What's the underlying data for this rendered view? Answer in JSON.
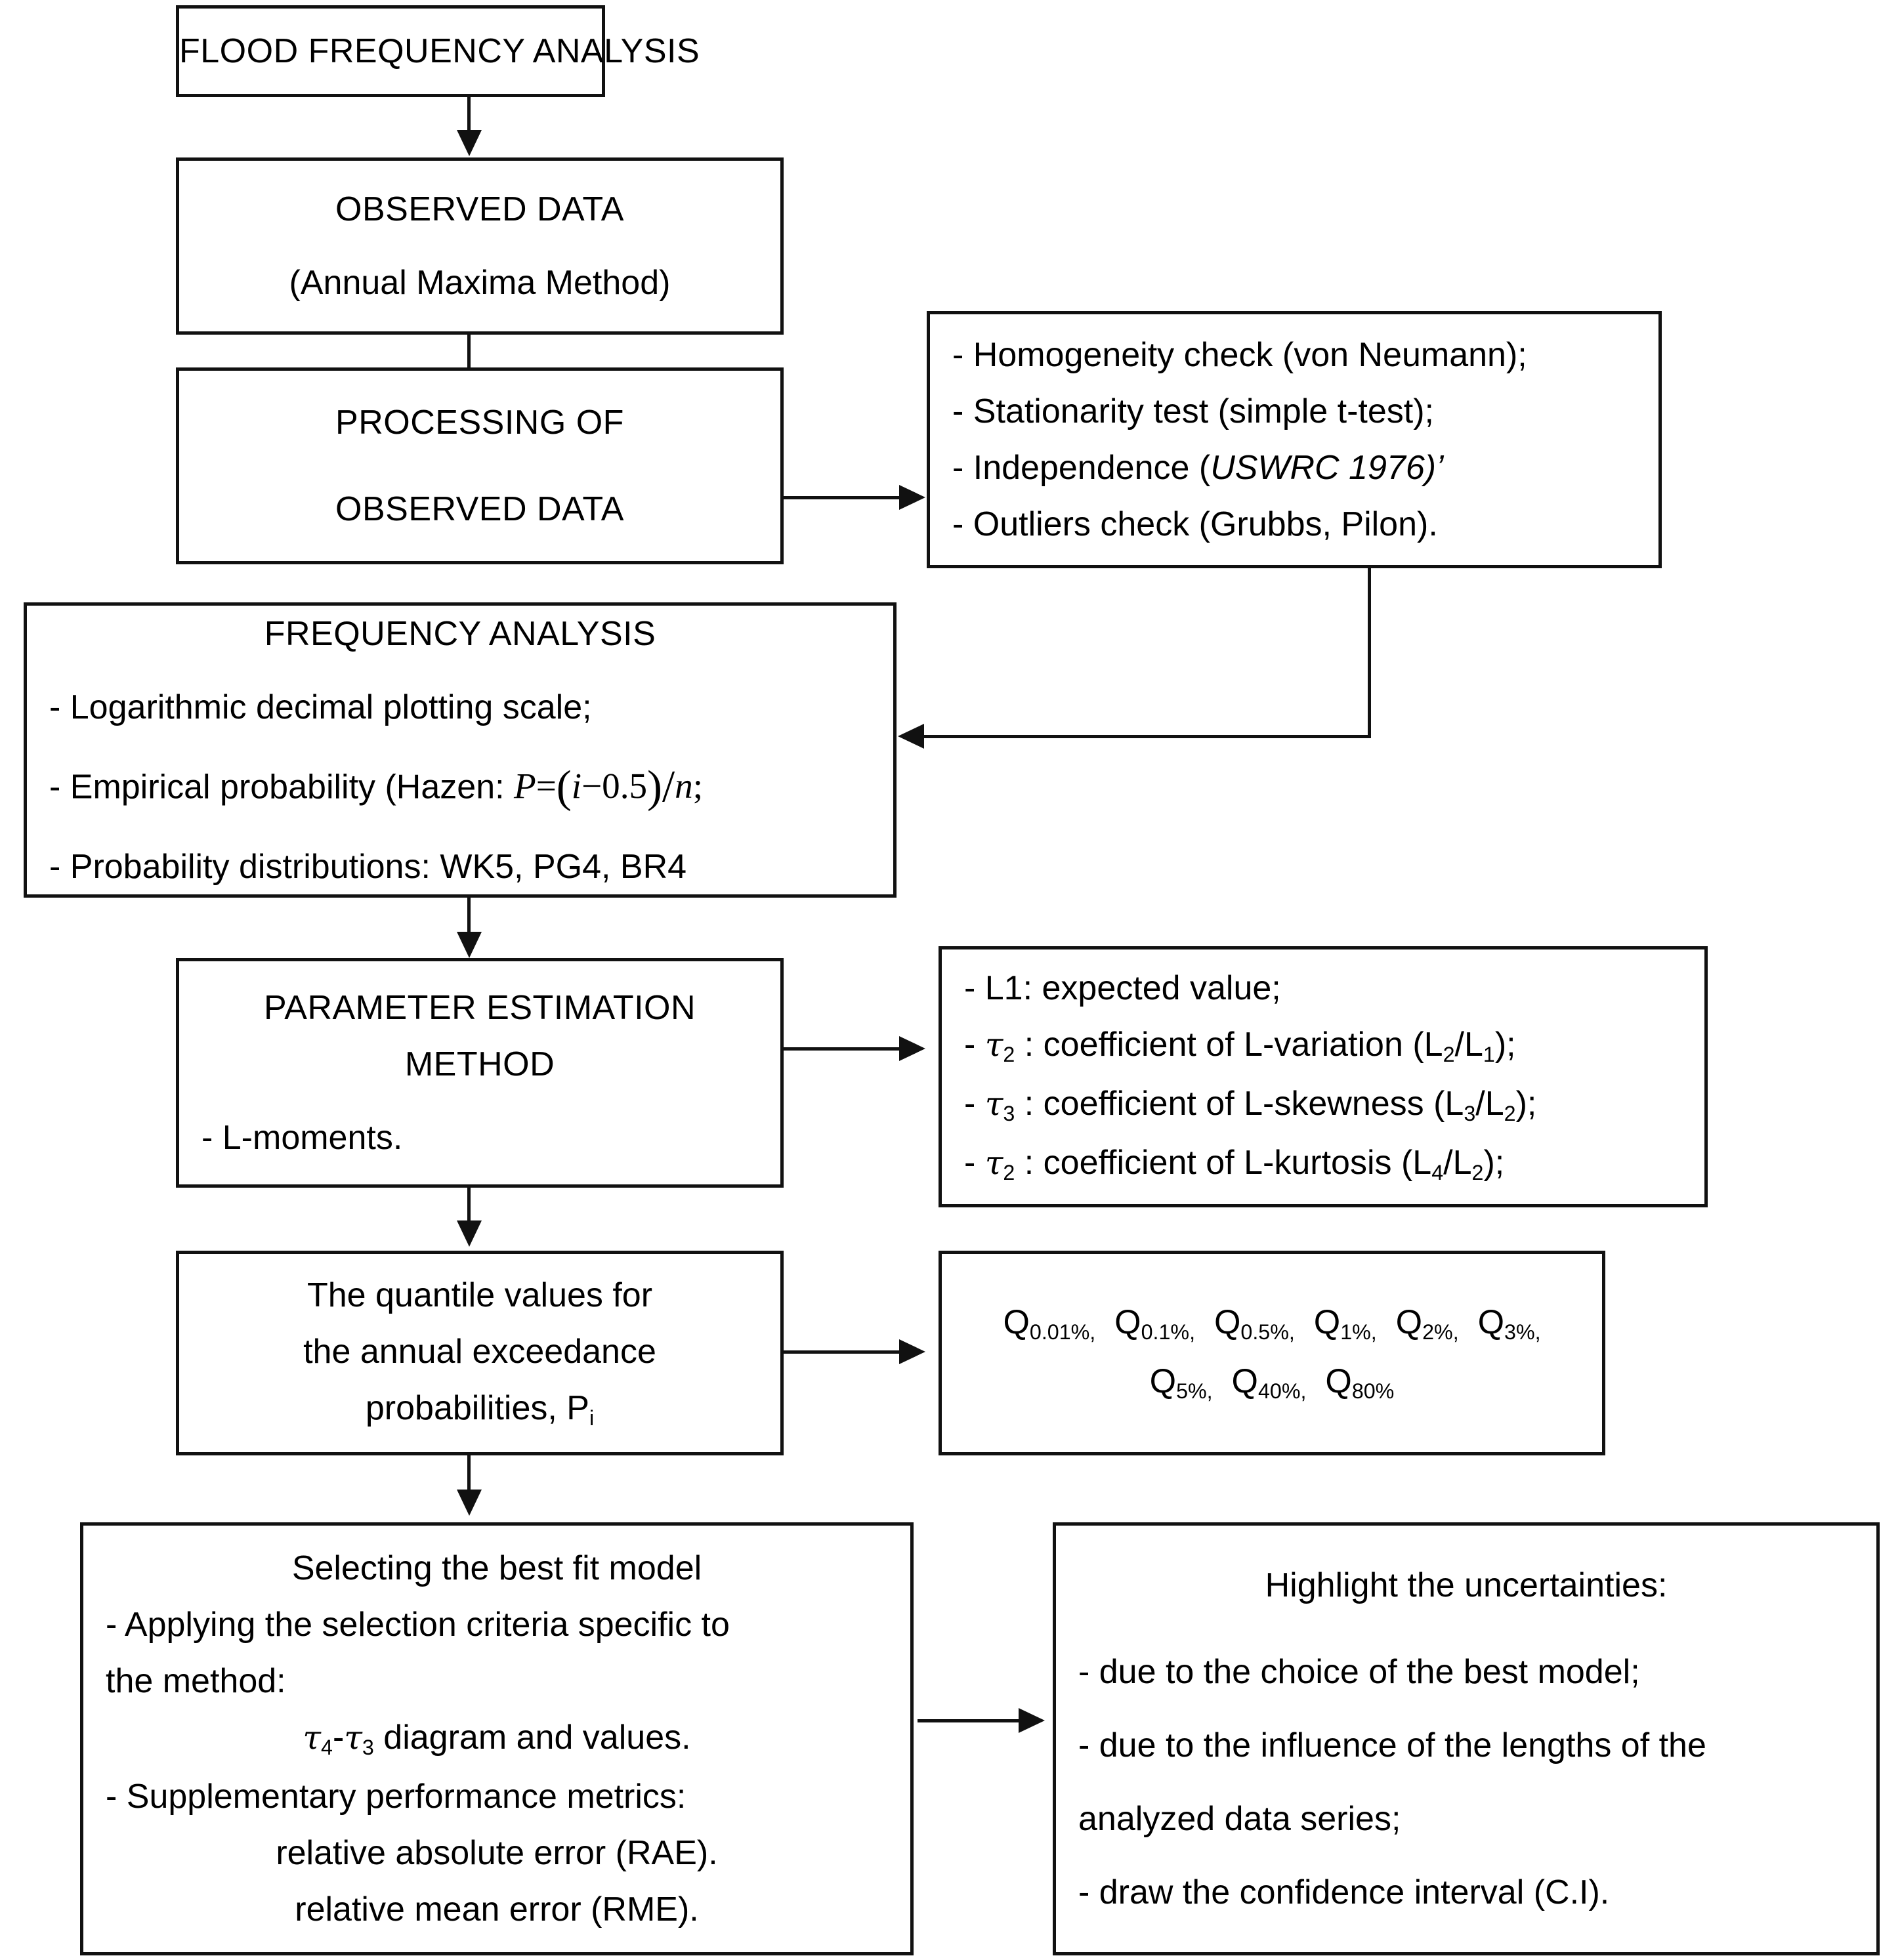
{
  "diagram": {
    "title": "Flood Frequency Analysis workflow",
    "stroke_color": "#111111",
    "background_color": "#ffffff"
  },
  "nodes": {
    "flood_frequency_analysis": {
      "label": "FLOOD FREQUENCY ANALYSIS"
    },
    "observed_data": {
      "line1": "OBSERVED DATA",
      "line2": "(Annual Maxima Method)"
    },
    "processing_observed_data": {
      "line1": "PROCESSING OF",
      "line2": "OBSERVED DATA"
    },
    "data_checks": {
      "items": [
        "- Homogeneity check (von Neumann);",
        "- Stationarity test (simple t-test);",
        "- Outliers check (Grubbs, Pilon)."
      ],
      "independence_prefix": "- Independence (",
      "independence_italic": "USWRC 1976)’"
    },
    "frequency_analysis": {
      "title": "FREQUENCY ANALYSIS",
      "item1": "- Logarithmic decimal plotting scale;",
      "item2_prefix": "- Empirical probability (Hazen: ",
      "formula": {
        "p": "P",
        "equals": "=",
        "open": "(",
        "i": "i",
        "minus": "−",
        "value": "0.5",
        "close": ")",
        "slash": "/",
        "n": "n",
        "semicolon": ";"
      },
      "item3": "- Probability distributions: WK5, PG4, BR4"
    },
    "parameter_estimation": {
      "line1": "PARAMETER ESTIMATION",
      "line2": "METHOD",
      "line3": "- L-moments."
    },
    "lmoment_defs": {
      "items": [
        {
          "bullet": "- ",
          "sym": "L1",
          "sub": "",
          "rest": ": expected value;",
          "ratio_num": "",
          "ratio_den": "",
          "tail": ""
        },
        {
          "bullet": "- ",
          "sym": "τ",
          "sub": "2",
          "rest": " : coefficient of L-variation (L",
          "ratio_num": "2",
          "ratio_den": "1",
          "tail": ");"
        },
        {
          "bullet": "- ",
          "sym": "τ",
          "sub": "3",
          "rest": " : coefficient of L-skewness (L",
          "ratio_num": "3",
          "ratio_den": "2",
          "tail": ");"
        },
        {
          "bullet": "- ",
          "sym": "τ",
          "sub": "2",
          "rest": " : coefficient of L-kurtosis (L",
          "ratio_num": "4",
          "ratio_den": "2",
          "tail": ");"
        }
      ]
    },
    "quantile_values": {
      "line1": "The quantile values for",
      "line2": "the annual exceedance",
      "line3_prefix": "probabilities, P",
      "line3_sub": "i"
    },
    "quantile_list": {
      "row1": [
        {
          "q": "Q",
          "sub": "0.01%,"
        },
        {
          "q": "Q",
          "sub": "0.1%,"
        },
        {
          "q": "Q",
          "sub": "0.5%,"
        },
        {
          "q": "Q",
          "sub": "1%,"
        },
        {
          "q": "Q",
          "sub": "2%,"
        },
        {
          "q": "Q",
          "sub": "3%,"
        }
      ],
      "row2": [
        {
          "q": "Q",
          "sub": "5%,"
        },
        {
          "q": "Q",
          "sub": "40%,"
        },
        {
          "q": "Q",
          "sub": "80%"
        }
      ]
    },
    "best_fit_model": {
      "title": "Selecting the best fit model",
      "line1": "- Applying the selection criteria specific to",
      "line2": "the method:",
      "line3_tau4": "τ",
      "line3_sub4": "4",
      "line3_dash": "-",
      "line3_tau3": "τ",
      "line3_sub3": "3",
      "line3_rest": " diagram and values.",
      "line4": "- Supplementary performance metrics:",
      "line5": "relative absolute error (RAE).",
      "line6": "relative mean error (RME)."
    },
    "uncertainties": {
      "title": "Highlight the uncertainties:",
      "items": [
        "- due to the choice of the best model;",
        "- due to the influence of the lengths of the",
        "analyzed data series;",
        "- draw the confidence interval (C.I)."
      ]
    }
  },
  "connectors": [
    {
      "name": "flood-to-observed",
      "type": "arrow-down"
    },
    {
      "name": "observed-to-processing",
      "type": "arrow-down"
    },
    {
      "name": "processing-to-checks",
      "type": "arrow-right"
    },
    {
      "name": "checks-to-frequency",
      "type": "elbow-left"
    },
    {
      "name": "frequency-to-parameter",
      "type": "arrow-down"
    },
    {
      "name": "parameter-to-lmoments",
      "type": "arrow-right"
    },
    {
      "name": "parameter-to-quantile",
      "type": "arrow-down"
    },
    {
      "name": "quantile-to-quantile-list",
      "type": "arrow-right"
    },
    {
      "name": "quantile-to-bestfit",
      "type": "arrow-down"
    },
    {
      "name": "bestfit-to-uncertainties",
      "type": "arrow-right"
    }
  ]
}
